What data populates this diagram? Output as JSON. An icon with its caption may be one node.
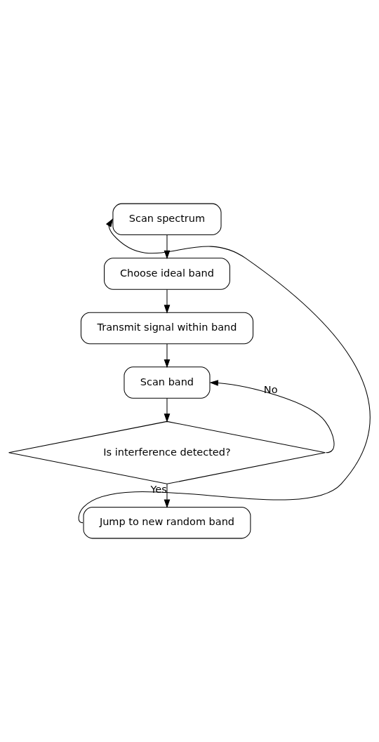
{
  "diagram": {
    "nodes": [
      {
        "text": [
          "Scan spectrum"
        ]
      },
      {
        "text": [
          "Choose ideal band"
        ]
      },
      {
        "text": [
          "Transmit signal within band"
        ]
      },
      {
        "text": [
          "Scan band"
        ]
      },
      {
        "text": [
          "Is interference detected?"
        ]
      },
      {
        "text": [
          "Jump to new random band"
        ]
      }
    ],
    "edges": [
      {
        "from": 0,
        "to": 1,
        "arrow": "to"
      },
      {
        "from": 1,
        "to": 2,
        "arrow": "to"
      },
      {
        "from": 2,
        "to": 3,
        "arrow": "to"
      },
      {
        "from": 3,
        "to": 4,
        "arrow": "to"
      },
      {
        "from": 4,
        "to": 5,
        "arrow": "to",
        "label": "Yes"
      },
      {
        "from": 4,
        "to": 3,
        "arrow": "to",
        "label": "No"
      },
      {
        "from": 5,
        "to": 0,
        "arrow": "to"
      }
    ]
  }
}
